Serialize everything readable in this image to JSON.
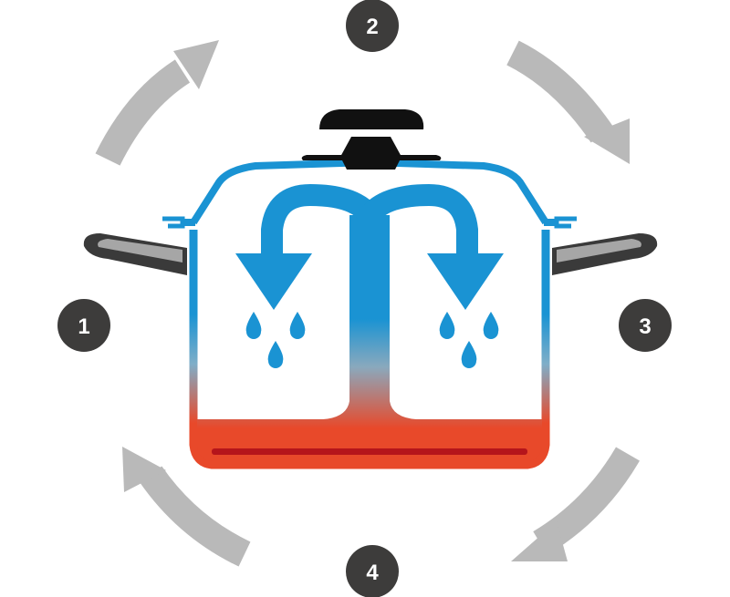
{
  "colors": {
    "background": "#ffffff",
    "cycle_arrow": "#b9b9b9",
    "step_badge": "#3d3c3b",
    "step_text": "#ffffff",
    "pot_blue": "#1a93d3",
    "pot_red": "#e8492a",
    "pot_base_dark": "#b5151b",
    "lid_knob": "#111111",
    "handle": "#3a3a3a"
  },
  "icons": [
    "cycle-arrow-icon",
    "droplet-icon",
    "pot-icon"
  ],
  "steps": [
    {
      "label": "1"
    },
    {
      "label": "2"
    },
    {
      "label": "3"
    },
    {
      "label": "4"
    }
  ]
}
